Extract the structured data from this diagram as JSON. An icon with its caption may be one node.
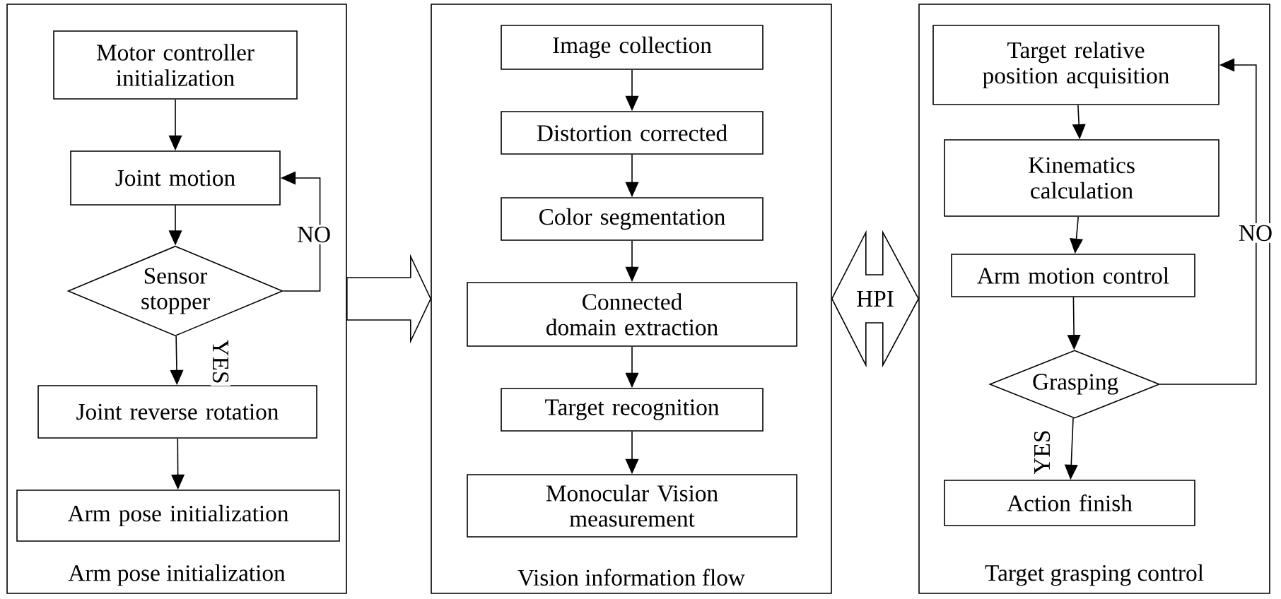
{
  "diagram": {
    "nodes": [
      {
        "text": [
          "Arm pose initialization"
        ]
      },
      {
        "text": [
          "Motor controller initialization"
        ],
        "in": 0
      },
      {
        "text": [
          "Joint motion"
        ],
        "in": 0
      },
      {
        "text": [
          "Sensor stopper"
        ],
        "in": 0
      },
      {
        "text": [
          "Joint reverse rotation"
        ],
        "in": 0
      },
      {
        "text": [
          "Arm pose initialization"
        ],
        "in": 0
      },
      {
        "text": [
          "Vision information flow"
        ]
      },
      {
        "text": [
          "Image collection"
        ],
        "in": 6
      },
      {
        "text": [
          "Distortion corrected"
        ],
        "in": 6
      },
      {
        "text": [
          "Color segmentation"
        ],
        "in": 6
      },
      {
        "text": [
          "Connected domain extraction"
        ],
        "in": 6
      },
      {
        "text": [
          "Target recognition"
        ],
        "in": 6
      },
      {
        "text": [
          "Monocular Vision measurement"
        ],
        "in": 6
      },
      {
        "text": [
          "Target grasping control"
        ]
      },
      {
        "text": [
          "Target relative position acquisition"
        ],
        "in": 13
      },
      {
        "text": [
          "Kinematics calculation"
        ],
        "in": 13
      },
      {
        "text": [
          "Arm motion control"
        ],
        "in": 13
      },
      {
        "text": [
          "Grasping"
        ],
        "in": 13
      },
      {
        "text": [
          "Action finish"
        ],
        "in": 13
      }
    ],
    "edges": [
      {
        "from": 1,
        "to": 2,
        "arrow": "to"
      },
      {
        "from": 2,
        "to": 3,
        "arrow": "to"
      },
      {
        "from": 3,
        "to": 4,
        "arrow": "to",
        "label": "YES"
      },
      {
        "from": 3,
        "to": 2,
        "arrow": "to",
        "label": "NO"
      },
      {
        "from": 4,
        "to": 5,
        "arrow": "to"
      },
      {
        "from": 7,
        "to": 8,
        "arrow": "to"
      },
      {
        "from": 8,
        "to": 9,
        "arrow": "to"
      },
      {
        "from": 9,
        "to": 10,
        "arrow": "to"
      },
      {
        "from": 10,
        "to": 11,
        "arrow": "to"
      },
      {
        "from": 11,
        "to": 12,
        "arrow": "to"
      },
      {
        "from": 14,
        "to": 15,
        "arrow": "to"
      },
      {
        "from": 15,
        "to": 16,
        "arrow": "to"
      },
      {
        "from": 16,
        "to": 17,
        "arrow": "to"
      },
      {
        "from": 17,
        "to": 18,
        "arrow": "to",
        "label": "YES"
      },
      {
        "from": 17,
        "to": 14,
        "arrow": "to",
        "label": "NO"
      },
      {
        "from": 0,
        "to": 6,
        "arrow": "to"
      },
      {
        "from": 6,
        "to": 13,
        "arrow": "both",
        "label": "HPI"
      }
    ]
  }
}
